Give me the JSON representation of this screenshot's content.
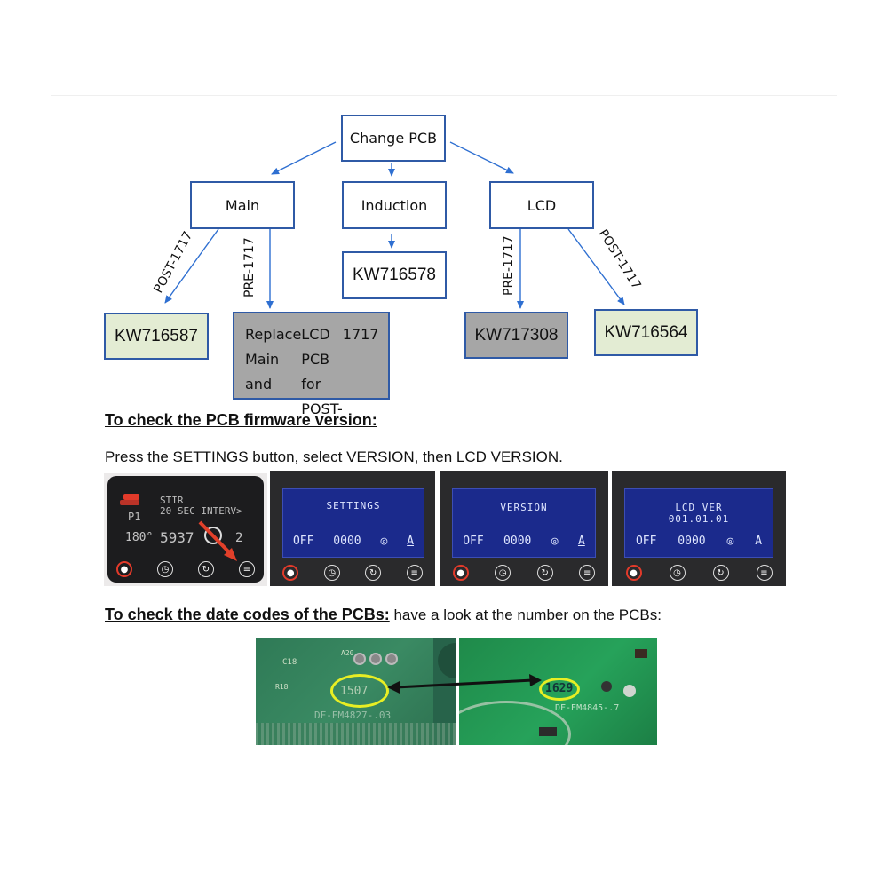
{
  "flowchart": {
    "root": "Change PCB",
    "main": "Main",
    "induction": "Induction",
    "lcd": "LCD",
    "induction_code": "KW716578",
    "main_post_code": "KW716587",
    "main_pre_text": "Replace Main and LCD PCB for POST-1717",
    "main_pre_lines": [
      "Replace Main and",
      "LCD PCB for POST-",
      "1717"
    ],
    "lcd_pre_code": "KW717308",
    "lcd_post_code": "KW716564",
    "edge_labels": {
      "main_post": "POST-1717",
      "main_pre": "PRE-1717",
      "lcd_pre": "PRE-1717",
      "lcd_post": "POST-1717"
    },
    "colors": {
      "box_border": "#2f5aa6",
      "arrow": "#2e6fd1",
      "green_fill": "#e3ecd3",
      "grey_fill": "#a6a6a6"
    }
  },
  "firmware": {
    "heading": "To check the PCB firmware version:",
    "instruction": "Press the SETTINGS button, select VERSION, then LCD VERSION.",
    "photos": [
      {
        "row1": "STIR",
        "row2": "20 SEC INTERV>",
        "row3": "P1",
        "row4": [
          "180°",
          "5937",
          "2"
        ]
      },
      {
        "screen": "SETTINGS",
        "status": [
          "OFF",
          "0000",
          "A"
        ]
      },
      {
        "screen": "VERSION",
        "status": [
          "OFF",
          "0000",
          "A"
        ]
      },
      {
        "screen_line1": "LCD VER",
        "screen_line2": "001.01.01",
        "status": [
          "OFF",
          "0000",
          "A"
        ]
      }
    ],
    "button_icons": [
      "thermometer-icon",
      "clock-icon",
      "refresh-icon",
      "menu-icon"
    ],
    "arrow_color": "#e2402a"
  },
  "datecodes": {
    "heading": "To check the date codes of the PCBs:",
    "text": " have a look at the number on the PCBs:",
    "left_board": {
      "code": "1507",
      "label": "DF-EM4827-.03",
      "silk": [
        "C18",
        "R18",
        "A20"
      ]
    },
    "right_board": {
      "code": "1629",
      "label": "DF-EM4845-.7"
    },
    "highlight_color": "#e8ee24"
  }
}
